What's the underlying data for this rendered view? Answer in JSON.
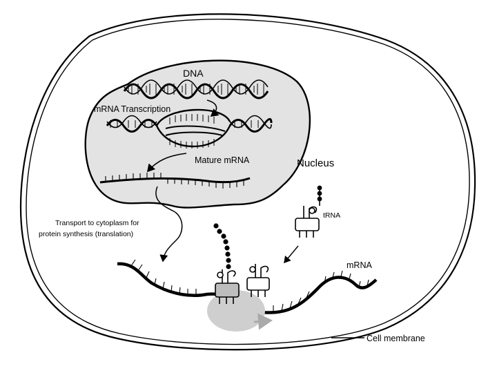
{
  "labels": {
    "dna": "DNA",
    "transcription": "mRNA Transcription",
    "mature_mrna": "Mature mRNA",
    "nucleus": "Nucleus",
    "transport_line1": "Transport to cytoplasm for",
    "transport_line2": "protein synthesis (translation)",
    "trna": "tRNA",
    "mrna": "mRNA",
    "cell_membrane": "Cell membrane"
  },
  "colors": {
    "ink": "#000000",
    "nucleus_fill": "#e3e3e3",
    "ribosome_fill": "#cfcfcf",
    "paper": "#ffffff"
  }
}
